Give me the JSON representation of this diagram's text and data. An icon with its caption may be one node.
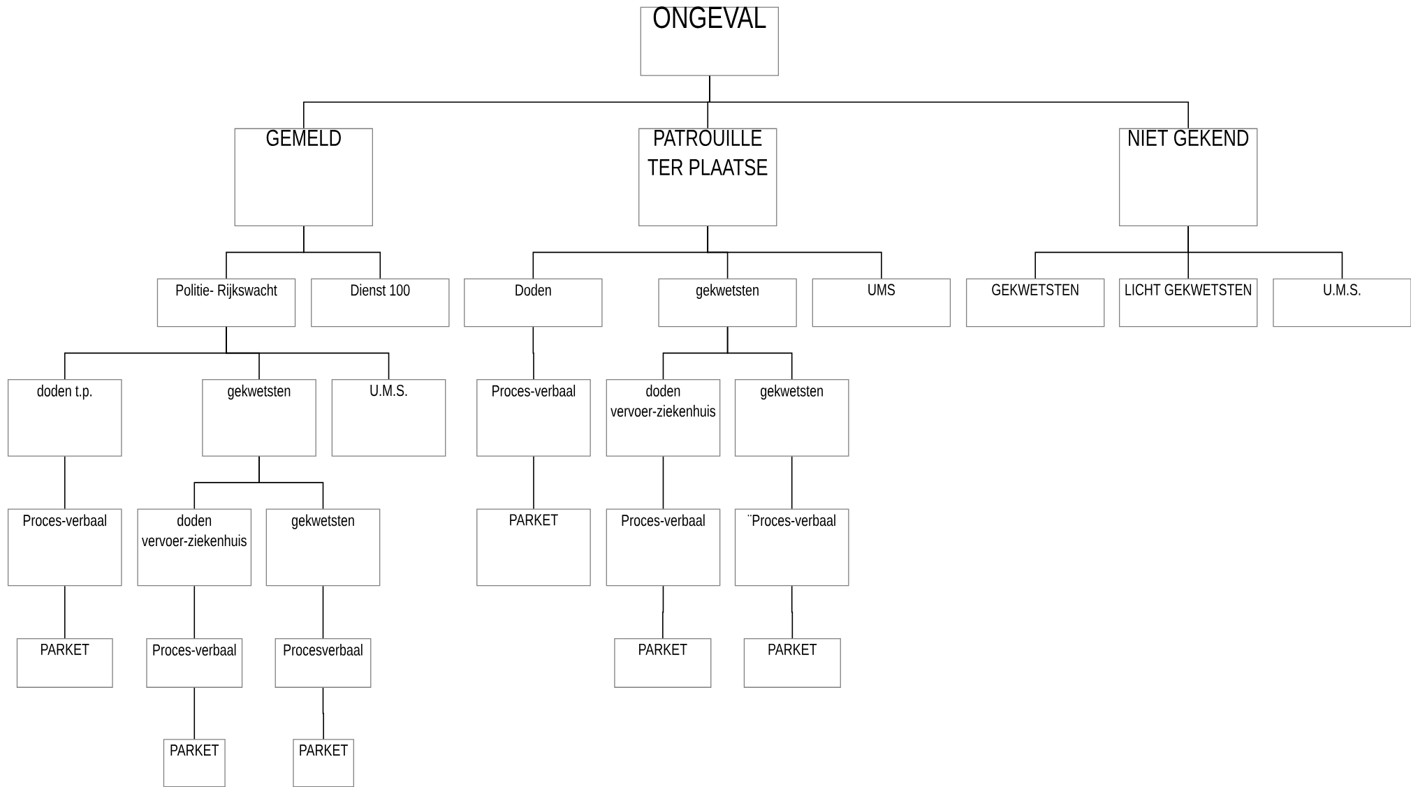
{
  "diagram": {
    "nodes": [
      {
        "text": [
          "ONGEVAL"
        ]
      },
      {
        "text": [
          "GEMELD"
        ]
      },
      {
        "text": [
          "PATROUILLE TER PLAATSE"
        ]
      },
      {
        "text": [
          "NIET GEKEND"
        ]
      },
      {
        "text": [
          "Politie- Rijkswacht"
        ]
      },
      {
        "text": [
          "Dienst 100"
        ]
      },
      {
        "text": [
          "Doden"
        ]
      },
      {
        "text": [
          "gekwetsten"
        ]
      },
      {
        "text": [
          "UMS"
        ]
      },
      {
        "text": [
          "GEKWETSTEN"
        ]
      },
      {
        "text": [
          "LICHT GEKWETSTEN"
        ]
      },
      {
        "text": [
          "U.M.S."
        ]
      },
      {
        "text": [
          "doden t.p."
        ]
      },
      {
        "text": [
          "gekwetsten"
        ]
      },
      {
        "text": [
          "U.M.S."
        ]
      },
      {
        "text": [
          "Proces-verbaal"
        ]
      },
      {
        "text": [
          "doden vervoer-ziekenhuis"
        ]
      },
      {
        "text": [
          "gekwetsten"
        ]
      },
      {
        "text": [
          "Proces-verbaal"
        ]
      },
      {
        "text": [
          "doden vervoer-ziekenhuis"
        ]
      },
      {
        "text": [
          "gekwetsten"
        ]
      },
      {
        "text": [
          "PARKET"
        ]
      },
      {
        "text": [
          "Proces-verbaal"
        ]
      },
      {
        "text": [
          "¨Proces-verbaal"
        ]
      },
      {
        "text": [
          "PARKET"
        ]
      },
      {
        "text": [
          "Proces-verbaal"
        ]
      },
      {
        "text": [
          "Procesverbaal"
        ]
      },
      {
        "text": [
          "PARKET"
        ]
      },
      {
        "text": [
          "PARKET"
        ]
      },
      {
        "text": [
          "PARKET"
        ]
      },
      {
        "text": [
          "PARKET"
        ]
      }
    ],
    "edges": [
      {
        "from": 0,
        "to": 1,
        "arrow": "none"
      },
      {
        "from": 0,
        "to": 2,
        "arrow": "none"
      },
      {
        "from": 0,
        "to": 3,
        "arrow": "none"
      },
      {
        "from": 1,
        "to": 4,
        "arrow": "none"
      },
      {
        "from": 1,
        "to": 5,
        "arrow": "none"
      },
      {
        "from": 2,
        "to": 6,
        "arrow": "none"
      },
      {
        "from": 2,
        "to": 7,
        "arrow": "none"
      },
      {
        "from": 2,
        "to": 8,
        "arrow": "none"
      },
      {
        "from": 3,
        "to": 9,
        "arrow": "none"
      },
      {
        "from": 3,
        "to": 10,
        "arrow": "none"
      },
      {
        "from": 3,
        "to": 11,
        "arrow": "none"
      },
      {
        "from": 4,
        "to": 12,
        "arrow": "none"
      },
      {
        "from": 4,
        "to": 13,
        "arrow": "none"
      },
      {
        "from": 4,
        "to": 14,
        "arrow": "none"
      },
      {
        "from": 6,
        "to": 15,
        "arrow": "none"
      },
      {
        "from": 7,
        "to": 16,
        "arrow": "none"
      },
      {
        "from": 7,
        "to": 17,
        "arrow": "none"
      },
      {
        "from": 12,
        "to": 18,
        "arrow": "none"
      },
      {
        "from": 13,
        "to": 19,
        "arrow": "none"
      },
      {
        "from": 13,
        "to": 20,
        "arrow": "none"
      },
      {
        "from": 15,
        "to": 21,
        "arrow": "none"
      },
      {
        "from": 16,
        "to": 22,
        "arrow": "none"
      },
      {
        "from": 17,
        "to": 23,
        "arrow": "none"
      },
      {
        "from": 18,
        "to": 24,
        "arrow": "none"
      },
      {
        "from": 19,
        "to": 25,
        "arrow": "none"
      },
      {
        "from": 20,
        "to": 26,
        "arrow": "none"
      },
      {
        "from": 22,
        "to": 27,
        "arrow": "none"
      },
      {
        "from": 23,
        "to": 28,
        "arrow": "none"
      },
      {
        "from": 25,
        "to": 29,
        "arrow": "none"
      },
      {
        "from": 26,
        "to": 30,
        "arrow": "none"
      }
    ]
  }
}
